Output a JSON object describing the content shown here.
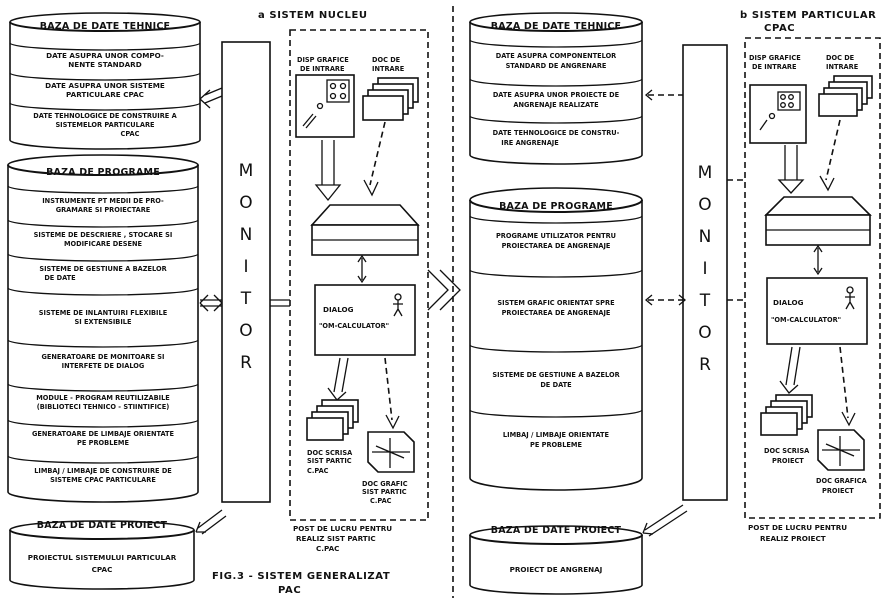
{
  "figure": {
    "caption_line1": "FIG.3 - SISTEM GENERALIZAT",
    "caption_line2": "PAC"
  },
  "left": {
    "heading": "a  SISTEM NUCLEU",
    "monitor_letters": [
      "M",
      "O",
      "N",
      "I",
      "T",
      "O",
      "R"
    ],
    "tech_db": {
      "title": "BAZA DE DATE TEHNICE",
      "items": [
        [
          "DATE ASUPRA UNOR COMPO-",
          "NENTE STANDARD"
        ],
        [
          "DATE ASUPRA UNOR SISTEME",
          "PARTICULARE CPAC"
        ],
        [
          "DATE TEHNOLOGICE DE CONSTRUIRE A",
          "SISTEMELOR PARTICULARE",
          "CPAC"
        ]
      ]
    },
    "prog_db": {
      "title": "BAZA DE PROGRAME",
      "items": [
        [
          "INSTRUMENTE PT MEDII DE PRO-",
          "GRAMARE SI PROIECTARE"
        ],
        [
          "SISTEME DE DESCRIERE , STOCARE SI",
          "MODIFICARE DESENE"
        ],
        [
          "SISTEME DE GESTIUNE A BAZELOR",
          "DE DATE"
        ],
        [
          "SISTEME DE INLANTUIRI FLEXIBILE",
          "SI EXTENSIBILE"
        ],
        [
          "GENERATOARE DE MONITOARE SI",
          "INTERFETE DE DIALOG"
        ],
        [
          "MODULE - PROGRAM REUTILIZABILE",
          "(BIBLIOTECI TEHNICO - STIINTIFICE)"
        ],
        [
          "GENERATOARE DE LIMBAJE ORIENTATE",
          "PE PROBLEME"
        ],
        [
          "LIMBAJ / LIMBAJE DE CONSTRUIRE DE",
          "SISTEME CPAC PARTICULARE"
        ]
      ]
    },
    "project_db": {
      "title": "BAZA DE DATE PROIECT",
      "items": [
        [
          "PROIECTUL SISTEMULUI PARTICULAR",
          "CPAC"
        ]
      ]
    },
    "workstation": {
      "input_devices": [
        "DISP GRAFICE",
        "DE INTRARE"
      ],
      "input_docs": [
        "DOC DE",
        "INTRARE"
      ],
      "dialog_title": "DIALOG",
      "dialog_sub": "\"OM-CALCULATOR\"",
      "output_text_doc": [
        "DOC SCRISA",
        "SIST PARTIC",
        "C.PAC"
      ],
      "output_graphic_doc": [
        "DOC GRAFIC",
        "SIST PARTIC",
        "C.PAC"
      ],
      "caption": [
        "POST DE LUCRU PENTRU",
        "REALIZ SIST PARTIC",
        "C.PAC"
      ]
    }
  },
  "right": {
    "heading": [
      "b SISTEM PARTICULAR",
      "CPAC"
    ],
    "monitor_letters": [
      "M",
      "O",
      "N",
      "I",
      "T",
      "O",
      "R"
    ],
    "tech_db": {
      "title": "BAZA DE DATE TEHNICE",
      "items": [
        [
          "DATE ASUPRA COMPONENTELOR",
          "STANDARD DE ANGRENARE"
        ],
        [
          "DATE ASUPRA UNOR PROIECTE DE",
          "ANGRENAJE REALIZATE"
        ],
        [
          "DATE TEHNOLOGICE DE CONSTRU-",
          "IRE ANGRENAJE"
        ]
      ]
    },
    "prog_db": {
      "title": "BAZA DE PROGRAME",
      "items": [
        [
          "PROGRAME UTILIZATOR PENTRU",
          "PROIECTAREA DE ANGRENAJE"
        ],
        [
          "SISTEM GRAFIC ORIENTAT SPRE",
          "PROIECTAREA DE ANGRENAJE"
        ],
        [
          "SISTEME DE GESTIUNE A BAZELOR",
          "DE DATE"
        ],
        [
          "LIMBAJ / LIMBAJE ORIENTATE",
          "PE PROBLEME"
        ]
      ]
    },
    "project_db": {
      "title": "BAZA DE DATE PROIECT",
      "items": [
        [
          "PROIECT DE ANGRENAJ"
        ]
      ]
    },
    "workstation": {
      "input_devices": [
        "DISP GRAFICE",
        "DE INTRARE"
      ],
      "input_docs": [
        "DOC DE",
        "INTRARE"
      ],
      "dialog_title": "DIALOG",
      "dialog_sub": "\"OM-CALCULATOR\"",
      "output_text_doc": [
        "DOC SCRISA",
        "PROIECT"
      ],
      "output_graphic_doc": [
        "DOC GRAFICA",
        "PROIECT"
      ],
      "caption": [
        "POST DE LUCRU PENTRU",
        "REALIZ PROIECT"
      ]
    }
  }
}
